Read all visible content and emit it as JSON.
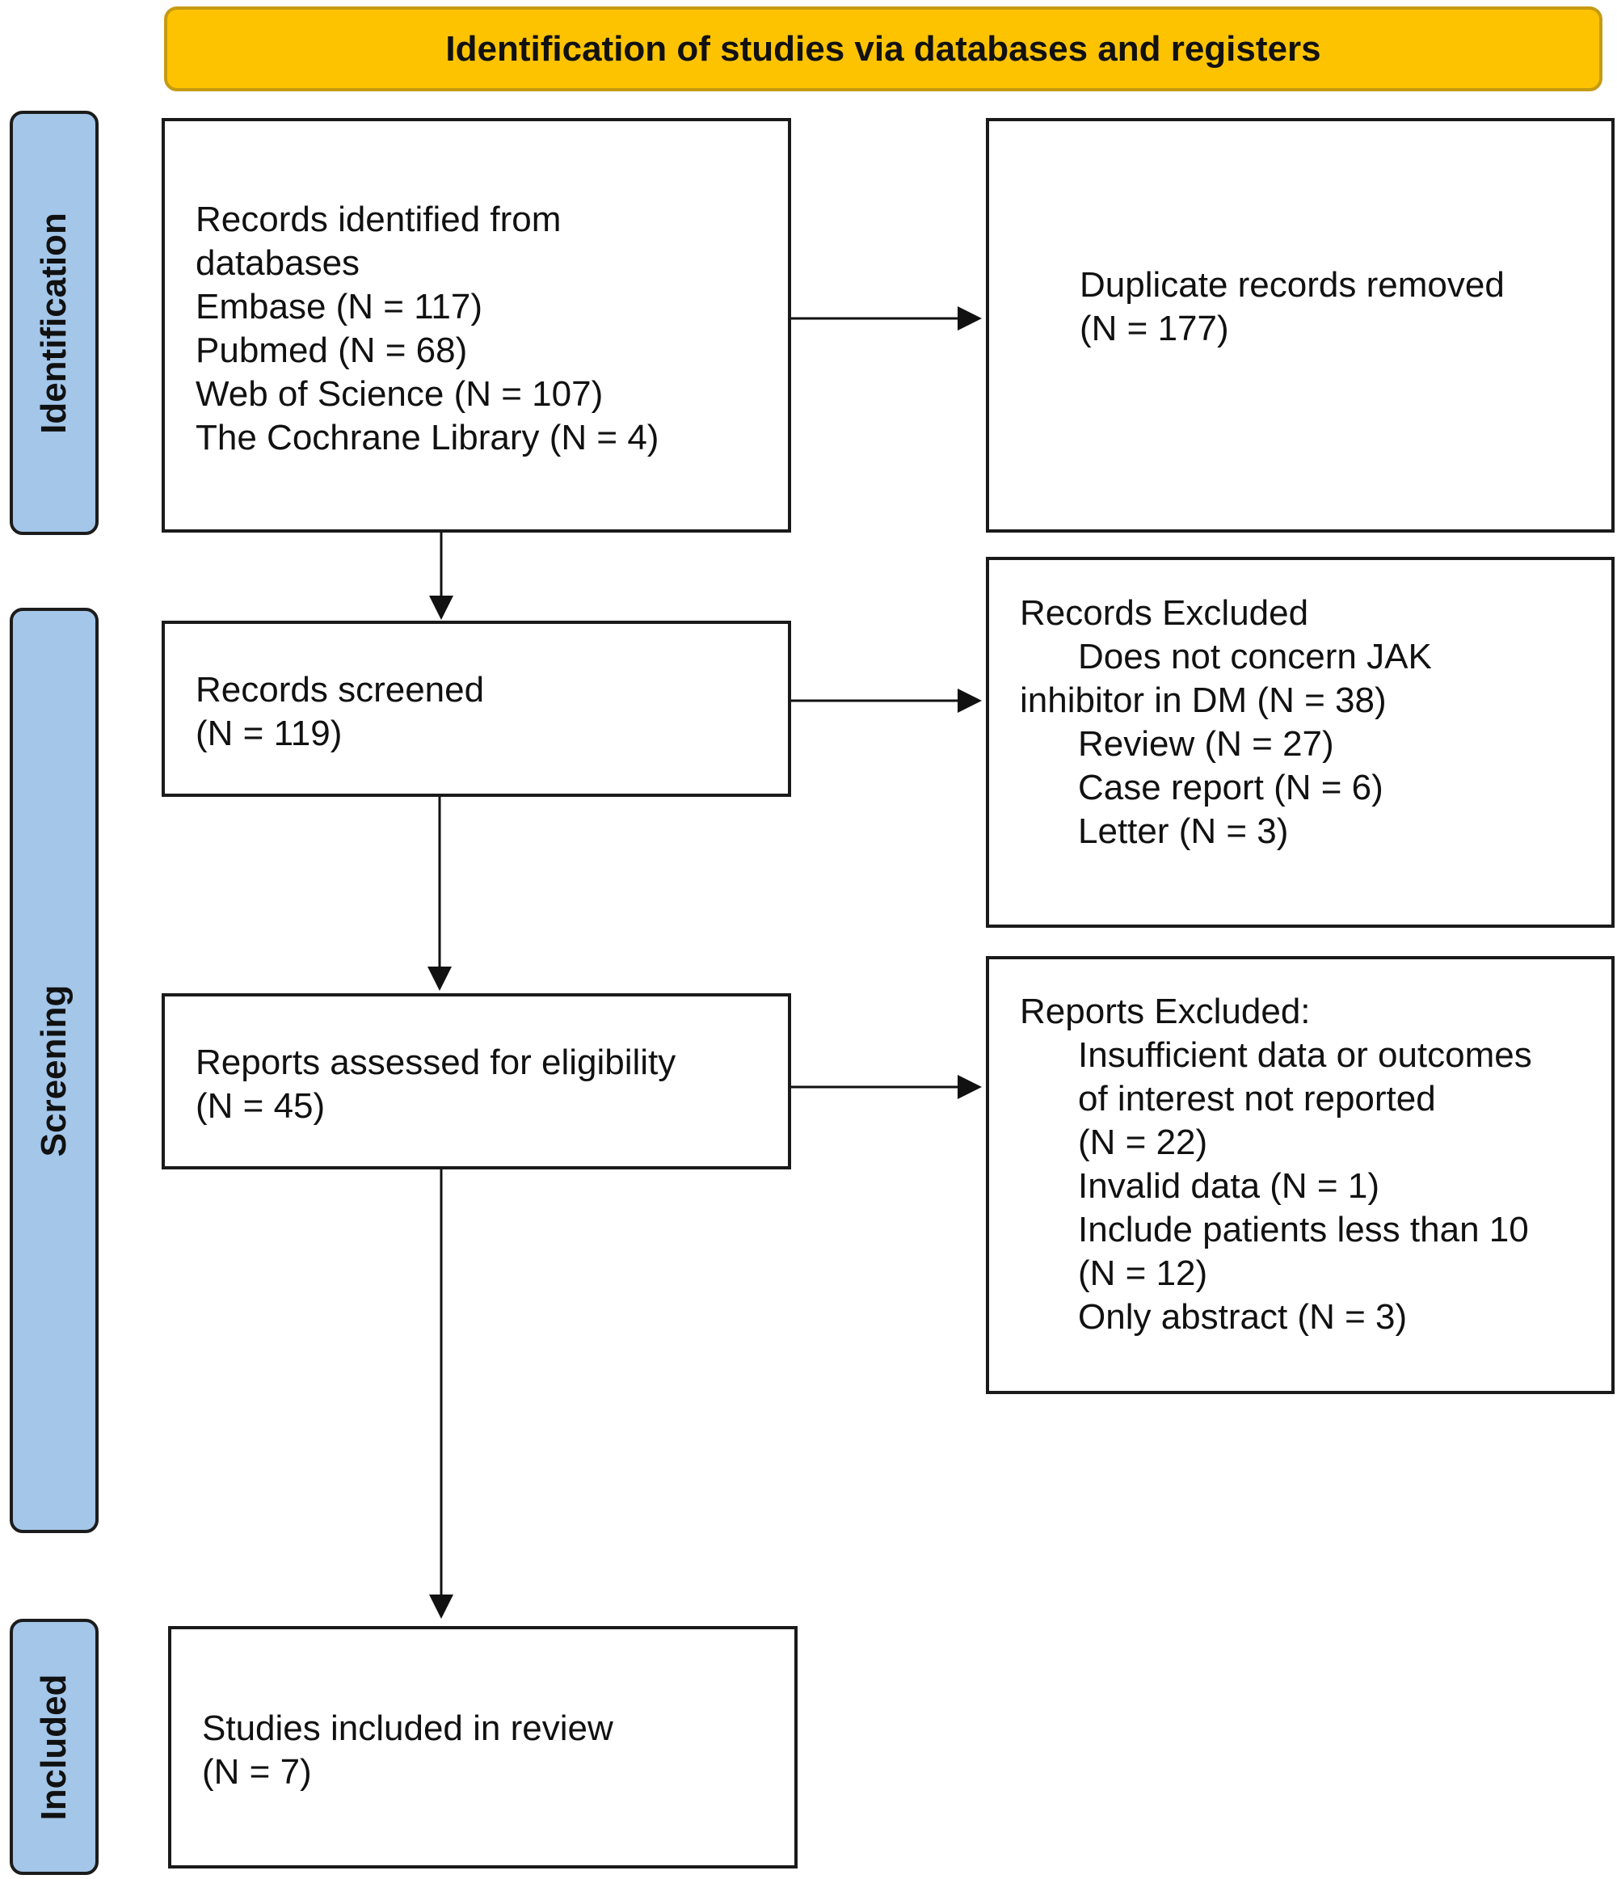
{
  "header": "Identification of studies via databases and registers",
  "phases": {
    "identification": "Identification",
    "screening": "Screening",
    "included": "Included"
  },
  "records_identified": {
    "lines": [
      "Records identified from",
      "databases",
      "Embase (N = 117)",
      "Pubmed (N = 68)",
      "Web of Science (N = 107)",
      "The Cochrane Library (N = 4)"
    ]
  },
  "duplicates_removed": {
    "lines": [
      "Duplicate records removed",
      "(N = 177)"
    ]
  },
  "records_screened": {
    "lines": [
      "Records screened",
      "(N = 119)"
    ]
  },
  "records_excluded": {
    "lines": [
      "Records Excluded",
      "Does not concern JAK",
      "inhibitor in DM (N = 38)",
      "Review (N = 27)",
      "Case report (N = 6)",
      "Letter (N = 3)"
    ]
  },
  "reports_assessed": {
    "lines": [
      "Reports assessed for eligibility",
      "(N = 45)"
    ]
  },
  "reports_excluded": {
    "lines": [
      "Reports Excluded:",
      "Insufficient data or outcomes",
      "of interest not reported",
      "(N = 22)",
      "Invalid data (N = 1)",
      "Include patients less than 10",
      "(N = 12)",
      "Only abstract (N = 3)"
    ]
  },
  "studies_included": {
    "lines": [
      "Studies included in review",
      "(N = 7)"
    ]
  }
}
